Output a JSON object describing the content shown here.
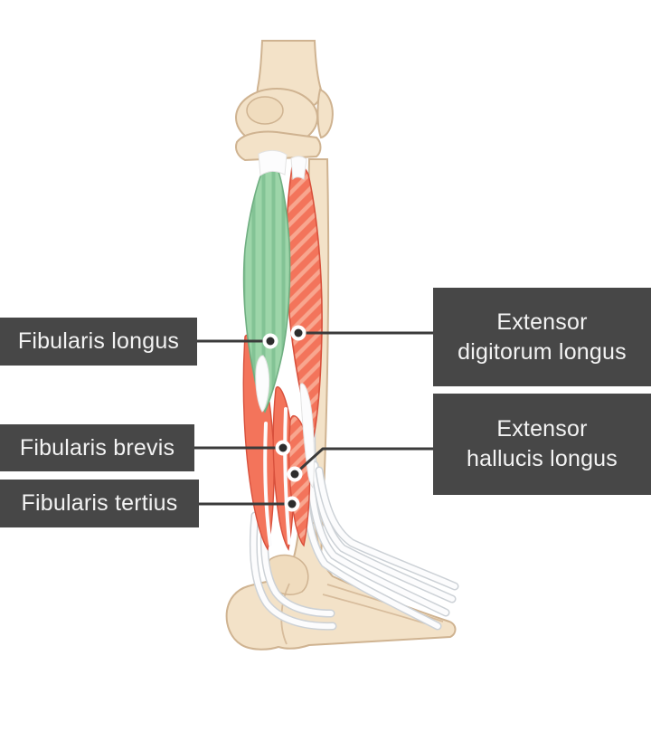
{
  "labels": {
    "left": [
      {
        "id": "fibularis-longus",
        "text": "Fibularis longus"
      },
      {
        "id": "fibularis-brevis",
        "text": "Fibularis brevis"
      },
      {
        "id": "fibularis-tertius",
        "text": "Fibularis tertius"
      }
    ],
    "right": [
      {
        "id": "extensor-digitorum-longus",
        "lines": [
          "Extensor",
          "digitorum longus"
        ]
      },
      {
        "id": "extensor-hallucis-longus",
        "lines": [
          "Extensor",
          "hallucis longus"
        ]
      }
    ]
  },
  "colors": {
    "background": "#ffffff",
    "label-bg": "#474747",
    "label-text": "#f3f3f3",
    "leader": "#3b3b3b",
    "dot": "#2d2d2d",
    "muscle-green": "#9dd5a9",
    "muscle-green-stripe": "#83c395",
    "muscle-green-outline": "#6fae81",
    "muscle-red": "#f3745b",
    "muscle-red-stripe": "#f8a68f",
    "muscle-red-outline": "#d8503c",
    "bone": "#f3e2c8",
    "bone-shade": "#f0dcbe",
    "bone-outline": "#cfb391",
    "tendon": "#fcfcfd",
    "tendon-outline": "#ccd1d6"
  }
}
